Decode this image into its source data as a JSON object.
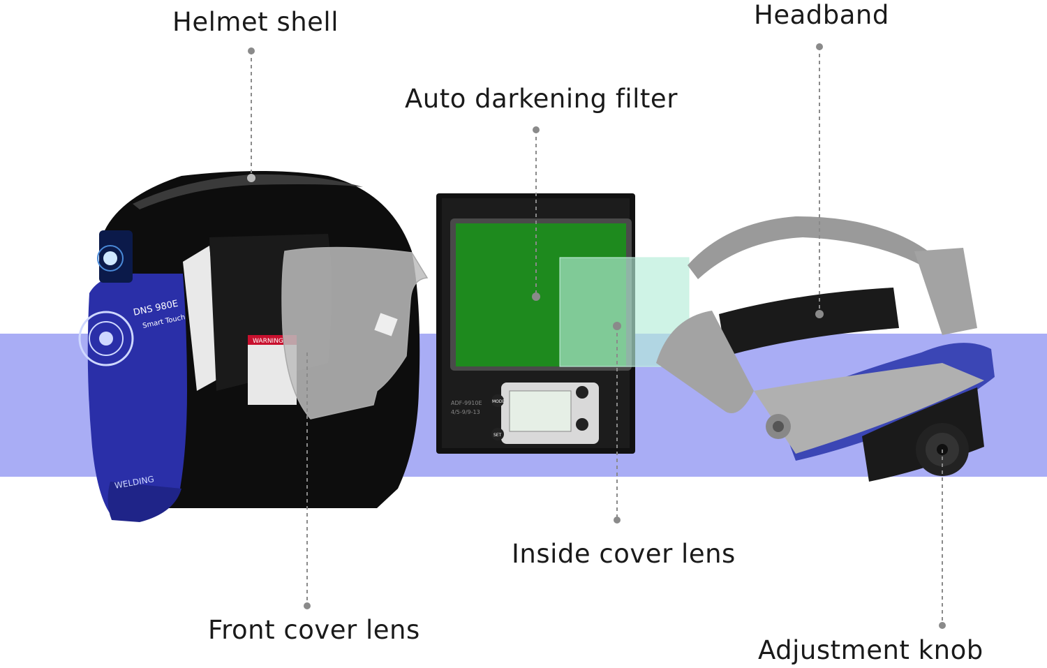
{
  "labels": {
    "helmet_shell": "Helmet shell",
    "auto_darkening_filter": "Auto darkening filter",
    "headband": "Headband",
    "inside_cover_lens": "Inside cover lens",
    "front_cover_lens": "Front cover lens",
    "adjustment_knob": "Adjustment knob"
  },
  "helmet_text": {
    "model": "DNS 980E",
    "tagline": "Smart Touch",
    "brand": "WELDING",
    "warning": "WARNING"
  },
  "filter_text": {
    "model": "ADF-9910E",
    "shades": "4/5-9/9-13",
    "mode_button": "MODE",
    "set_button": "SET"
  },
  "colors": {
    "band": "#a9adf5",
    "filter_glass": "#1e8a1e",
    "inside_lens": "#b6ecd8",
    "helmet_blue": "#2a2fa8",
    "helmet_black": "#0d0d0d",
    "callout_line": "#8a8a8a"
  }
}
